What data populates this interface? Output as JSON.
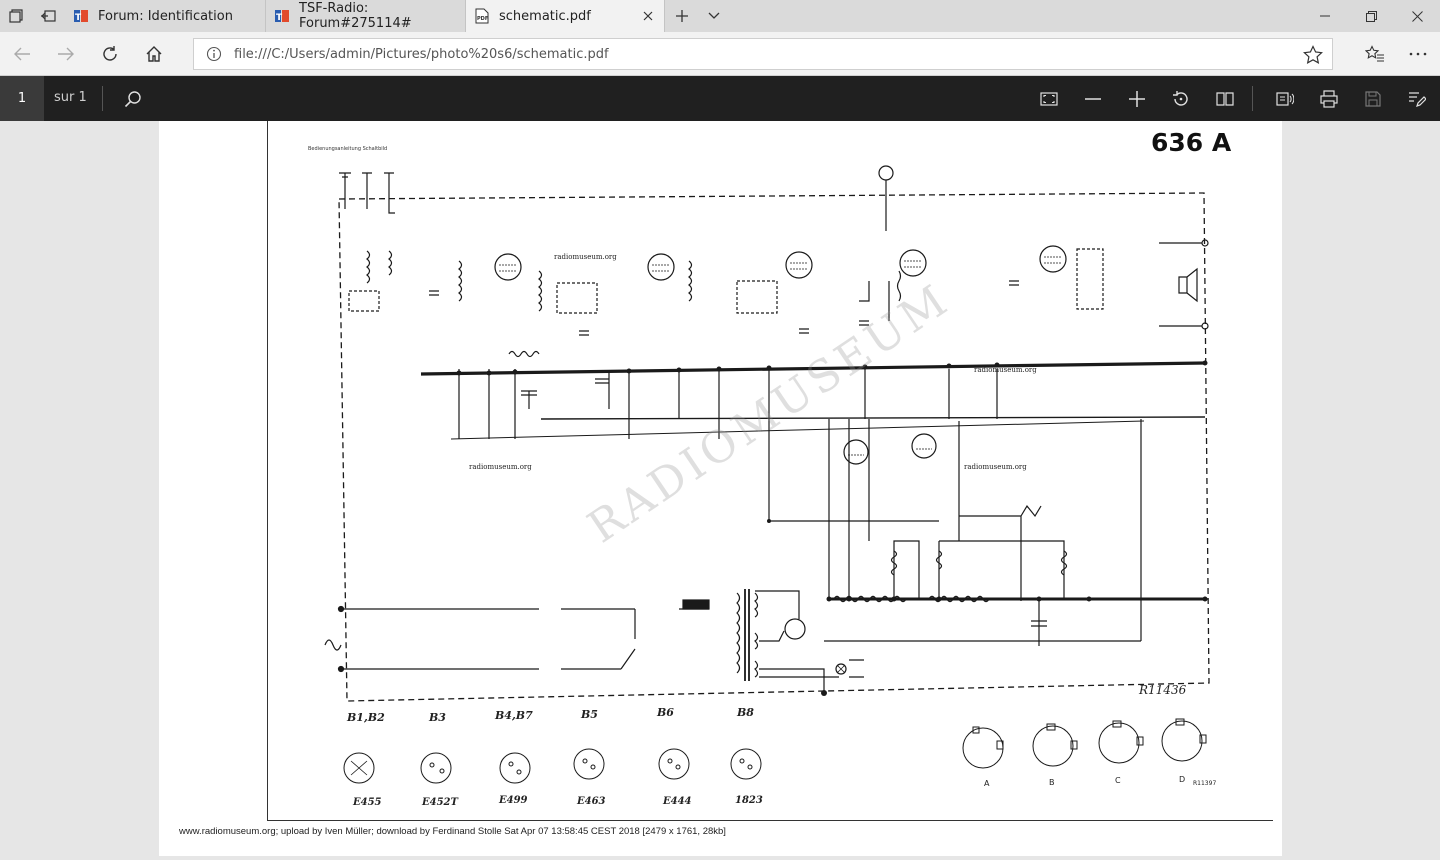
{
  "browser": {
    "tabs": [
      {
        "title": "Forum: Identification",
        "icon": "tsf-favicon",
        "active": false
      },
      {
        "title": "TSF-Radio: Forum#275114#",
        "icon": "tsf-favicon",
        "active": false
      },
      {
        "title": "schematic.pdf",
        "icon": "pdf-favicon",
        "active": true
      }
    ],
    "url": "file:///C:/Users/admin/Pictures/photo%20s6/schematic.pdf"
  },
  "pdf_toolbar": {
    "current_page": "1",
    "page_total": "sur 1"
  },
  "document": {
    "model": "636 A",
    "small_header": "Bedienungsanleitung Schaltbild",
    "watermark": "RADIOMUSEUM",
    "rm_marks": [
      "radiomuseum.org",
      "radiomuseum.org",
      "radiomuseum.org",
      "radiomuseum.org"
    ],
    "drawing_number": "R11436",
    "tube_groups": [
      {
        "label": "B1,B2",
        "type": "E455"
      },
      {
        "label": "B3",
        "type": "E452T"
      },
      {
        "label": "B4,B7",
        "type": "E499"
      },
      {
        "label": "B5",
        "type": "E463"
      },
      {
        "label": "B6",
        "type": "E444"
      },
      {
        "label": "B8",
        "type": "1823"
      }
    ],
    "connectors": [
      "A",
      "B",
      "C",
      "D"
    ],
    "connector_ref": "R11397",
    "footer": "www.radiomuseum.org; upload by Iven Müller; download by Ferdinand Stolle Sat Apr 07 13:58:45 CEST 2018 [2479 x 1761, 28kb]"
  }
}
